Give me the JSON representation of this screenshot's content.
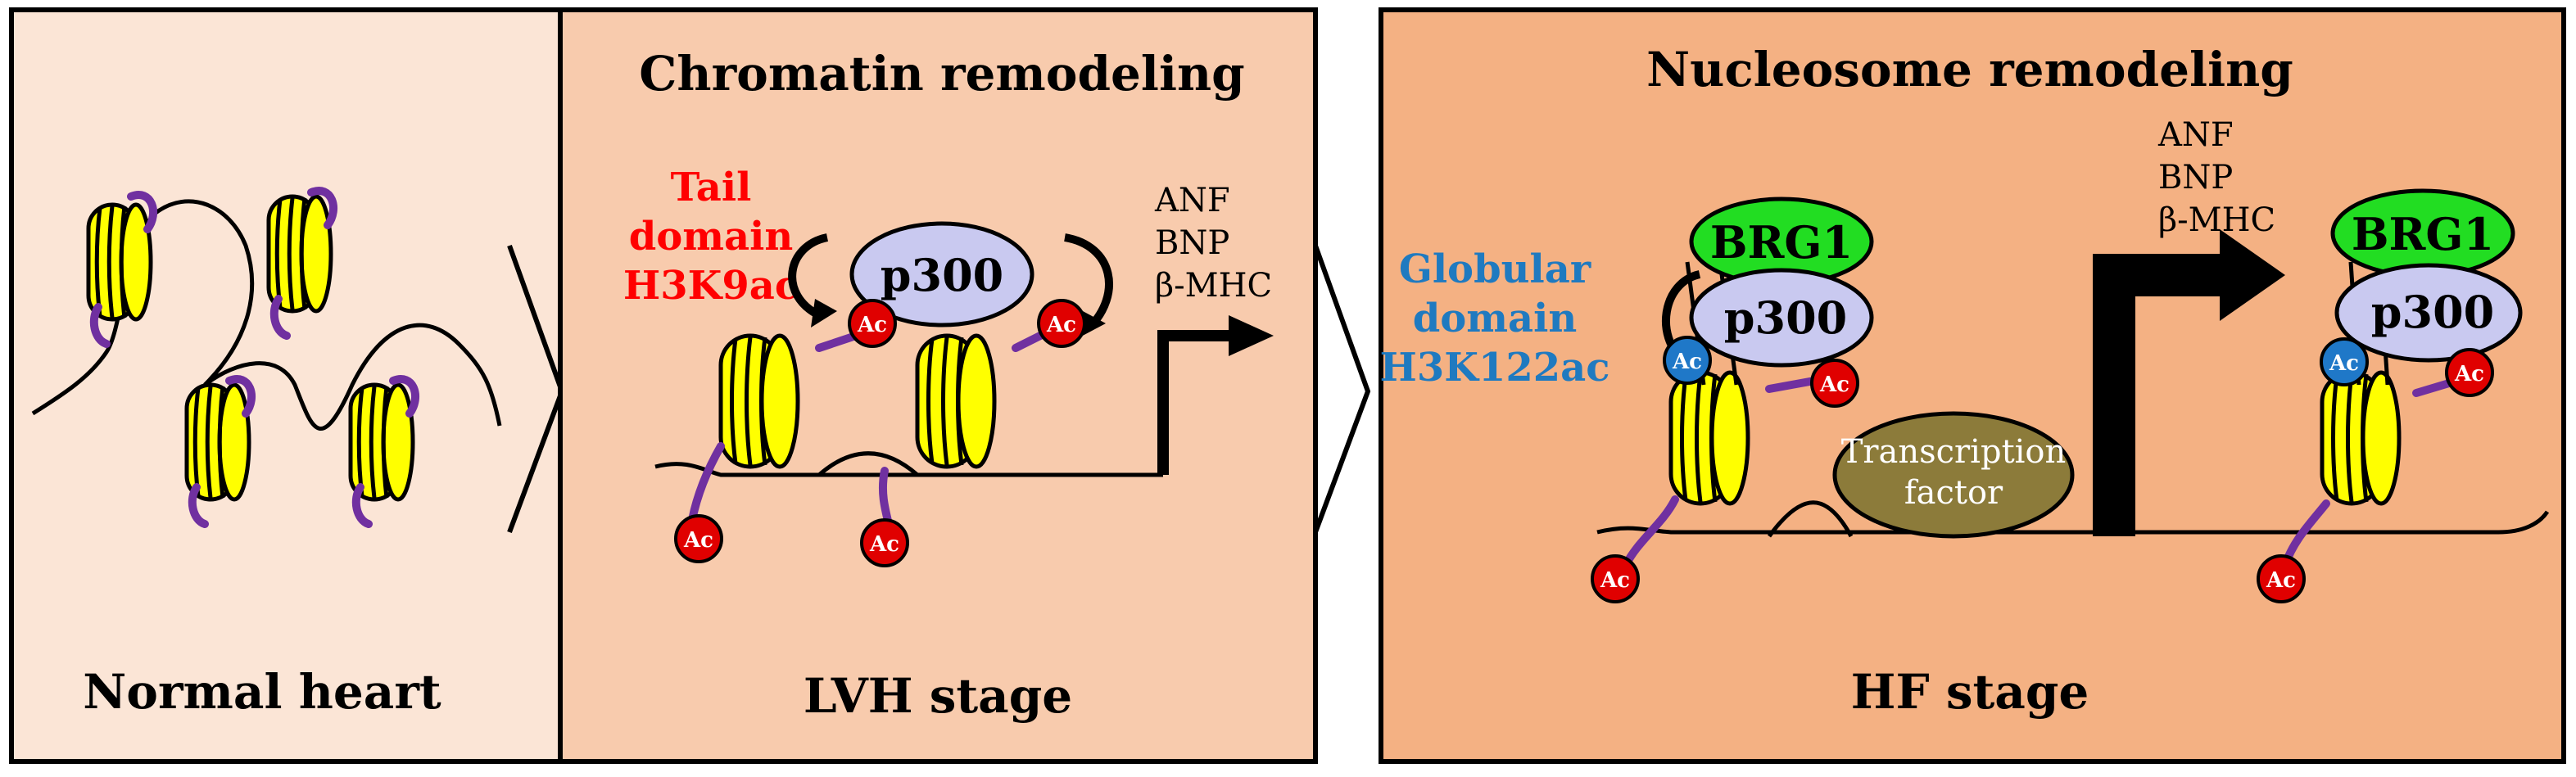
{
  "panels": [
    {
      "caption": "Normal heart"
    },
    {
      "title": "Chromatin remodeling",
      "caption": "LVH stage"
    },
    {
      "title": "Nucleosome remodeling",
      "caption": "HF stage"
    }
  ],
  "labels": {
    "tail_domain": [
      "Tail",
      "domain",
      "H3K9ac"
    ],
    "globular_domain": [
      "Globular",
      "domain",
      "H3K122ac"
    ],
    "p300": "p300",
    "brg1": "BRG1",
    "ac": "Ac",
    "transcription_factor": [
      "Transcription",
      "factor"
    ],
    "genes": [
      "ANF",
      "BNP",
      "β-MHC"
    ]
  },
  "colors": {
    "panel1_fill": "#fbe5d6",
    "panel2_fill": "#f8cbad",
    "panel3_fill": "#f4b183",
    "nucleosome": "#ffff00",
    "dna_tail": "#7030a0",
    "ac_red": "#e00000",
    "ac_blue": "#1f78c8",
    "p300_fill": "#c9c9f0",
    "brg1_fill": "#22dd22",
    "tf_fill": "#8c7b3a",
    "tail_text": "#ff0000",
    "globular_text": "#1f7ac0"
  }
}
